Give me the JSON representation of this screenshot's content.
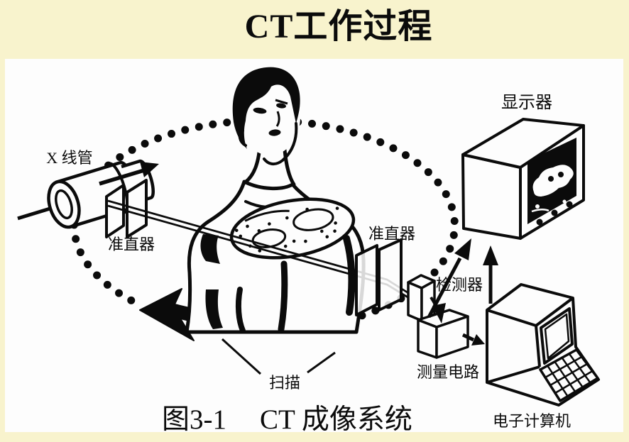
{
  "page": {
    "title": "CT工作过程",
    "colors": {
      "background": "#f8f3cd",
      "panel": "#fdfdfd",
      "ink": "#0b0b0b"
    }
  },
  "diagram": {
    "labels": {
      "xray_tube": "X 线管",
      "collimator_left": "准直器",
      "collimator_right": "准直器",
      "detector": "检测器",
      "monitor": "显示器",
      "measuring_circuit": "测量电路",
      "computer": "电子计算机",
      "scan": "扫描"
    },
    "caption": {
      "figure_number": "图3-1",
      "title": "CT 成像系统"
    }
  }
}
